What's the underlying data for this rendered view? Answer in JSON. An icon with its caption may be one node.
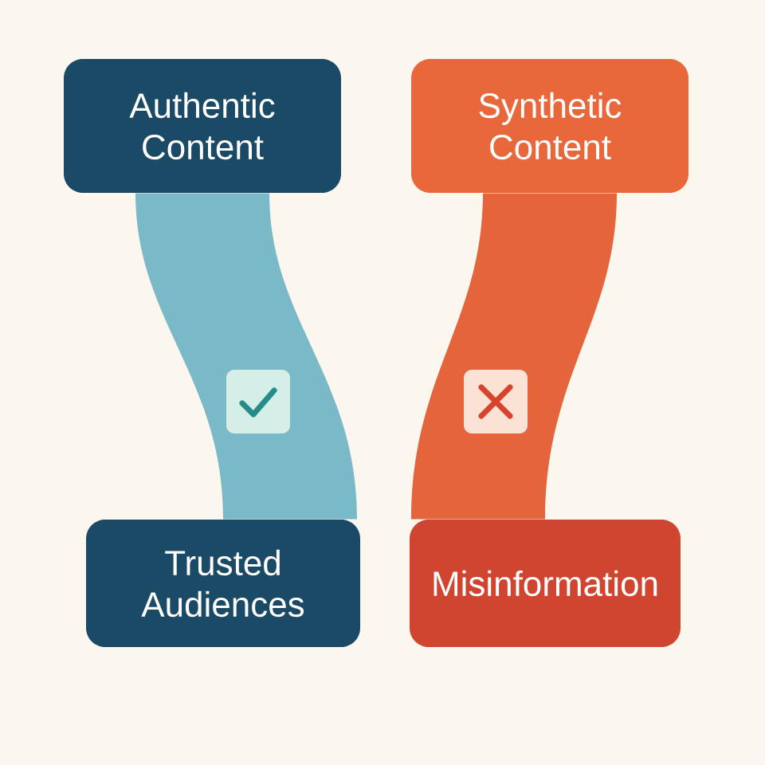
{
  "diagram": {
    "nodes": [
      {
        "text": [
          "Authentic Content"
        ]
      },
      {
        "text": [
          "Synthetic Content"
        ]
      },
      {
        "text": [
          "Trusted Audiences"
        ]
      },
      {
        "text": [
          "Misinformation"
        ]
      }
    ],
    "edges": [
      {
        "from": 0,
        "to": 2,
        "arrow": "none",
        "color": "#7ab9c8"
      },
      {
        "from": 1,
        "to": 3,
        "arrow": "none",
        "color": "#e4643c"
      }
    ]
  }
}
